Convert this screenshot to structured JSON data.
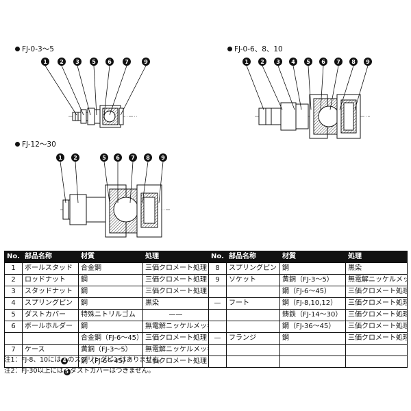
{
  "diagram_labels": {
    "fj_0_3_5": "FJ-0-3～5",
    "fj_0_6_8_10": "FJ-0-6、8、10",
    "fj_12_30": "FJ-12～30"
  },
  "callouts": {
    "small": [
      "1",
      "2",
      "3",
      "5",
      "6",
      "7",
      "9"
    ],
    "medium": [
      "1",
      "2",
      "3",
      "4",
      "5",
      "6",
      "7",
      "8",
      "9"
    ],
    "large": [
      "1",
      "2",
      "5",
      "6",
      "7",
      "8",
      "9"
    ]
  },
  "table": {
    "headers": [
      "No.",
      "部品名称",
      "材質",
      "処理",
      "No.",
      "部品名称",
      "材質",
      "処理"
    ],
    "rows": [
      {
        "no": "1",
        "name": "ボールスタッド",
        "mat": "合金鋼",
        "treat": "三価クロメート処理",
        "no2": "8",
        "name2": "スプリングピン",
        "mat2": "鋼",
        "treat2": "黒染"
      },
      {
        "no": "2",
        "name": "ロッドナット",
        "mat": "鋼",
        "treat": "三価クロメート処理",
        "no2": "9",
        "name2": "ソケット",
        "mat2": "黄銅（FJ-3～5）",
        "treat2": "無電解ニッケルメッキ"
      },
      {
        "no": "3",
        "name": "スタッドナット",
        "mat": "鋼",
        "treat": "三価クロメート処理",
        "no2": "",
        "name2": "",
        "mat2": "鋼（FJ-6～45）",
        "treat2": "三価クロメート処理"
      },
      {
        "no": "4",
        "name": "スプリングピン",
        "mat": "鋼",
        "treat": "黒染",
        "no2": "—",
        "name2": "フート",
        "mat2": "鋼（FJ-8,10,12）",
        "treat2": "三価クロメート処理"
      },
      {
        "no": "5",
        "name": "ダストカバー",
        "mat": "特殊ニトリルゴム",
        "treat": "——",
        "no2": "",
        "name2": "",
        "mat2": "鋳鉄（FJ-14～30）",
        "treat2": "三価クロメート処理"
      },
      {
        "no": "6",
        "name": "ボールホルダー",
        "mat": "鋼",
        "treat": "無電解ニッケルメッキ",
        "no2": "",
        "name2": "",
        "mat2": "鋼（FJ-36～45）",
        "treat2": "三価クロメート処理"
      },
      {
        "no": "",
        "name": "",
        "mat": "合金鋼（FJ-6～45）",
        "treat": "三価クロメート処理",
        "no2": "—",
        "name2": "フランジ",
        "mat2": "鋼",
        "treat2": "三価クロメート処理"
      },
      {
        "no": "7",
        "name": "ケース",
        "mat": "黄銅（FJ-3～5）",
        "treat": "無電解ニッケルメッキ",
        "no2": "",
        "name2": "",
        "mat2": "",
        "treat2": ""
      },
      {
        "no": "",
        "name": "",
        "mat": "鋼（FJ-6～45）",
        "treat": "三価クロメート処理",
        "no2": "",
        "name2": "",
        "mat2": "",
        "treat2": ""
      }
    ]
  },
  "notes": {
    "note1_a": "注1：FJ-8、10には",
    "note1_num": "4",
    "note1_b": "のスプリングピンはありません。",
    "note2_a": "注2：FJ-30以上には",
    "note2_num": "5",
    "note2_b": "ダストカバーはつきません。"
  }
}
